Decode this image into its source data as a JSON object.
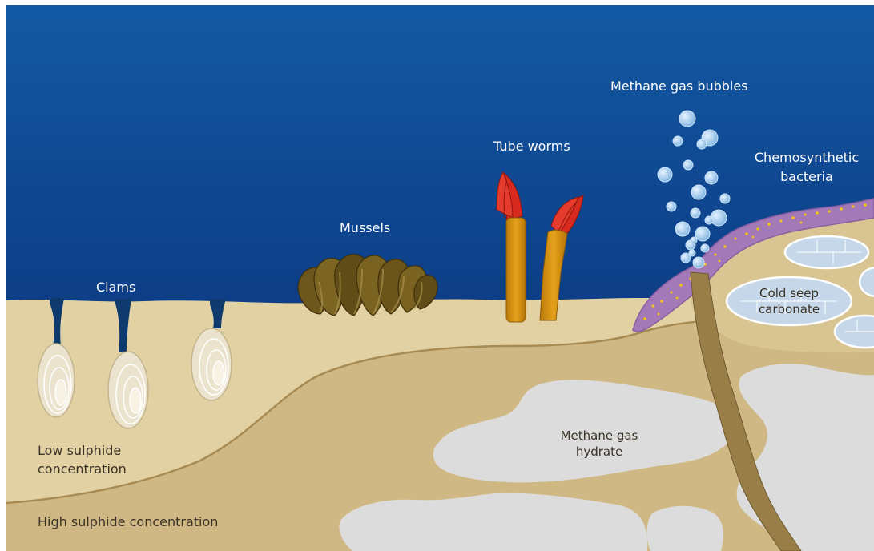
{
  "colors": {
    "sea_top": "#0d4a9a",
    "sea_bottom": "#0a2e7a",
    "sediment_light": "#e3d2a4",
    "sediment_dark": "#cfb983",
    "boundary_line": "#a88b52",
    "hydrate": "#dcdcdc",
    "carbonate_fill": "#c6d8ea",
    "carbonate_outline": "#ffffff",
    "bacteria_mat": "#a479b8",
    "bacteria_dots": "#f0c020",
    "tube_worm_stalk": "#d79410",
    "tube_worm_plume": "#d92a1f",
    "mussel": "#6b5418",
    "clam_shell": "#efe8d5",
    "clam_siphon": "#0f3a6e",
    "bubble": "#a9cff0",
    "vent": "#9a7e48"
  },
  "labels": {
    "methane_bubbles": "Methane gas bubbles",
    "tube_worms": "Tube worms",
    "chemosynthetic_line1": "Chemosynthetic",
    "chemosynthetic_line2": "bacteria",
    "mussels": "Mussels",
    "clams": "Clams",
    "cold_seep_line1": "Cold seep",
    "cold_seep_line2": "carbonate",
    "methane_hydrate_line1": "Methane gas",
    "methane_hydrate_line2": "hydrate",
    "low_sulphide_line1": "Low sulphide",
    "low_sulphide_line2": "concentration",
    "high_sulphide": "High sulphide concentration"
  }
}
